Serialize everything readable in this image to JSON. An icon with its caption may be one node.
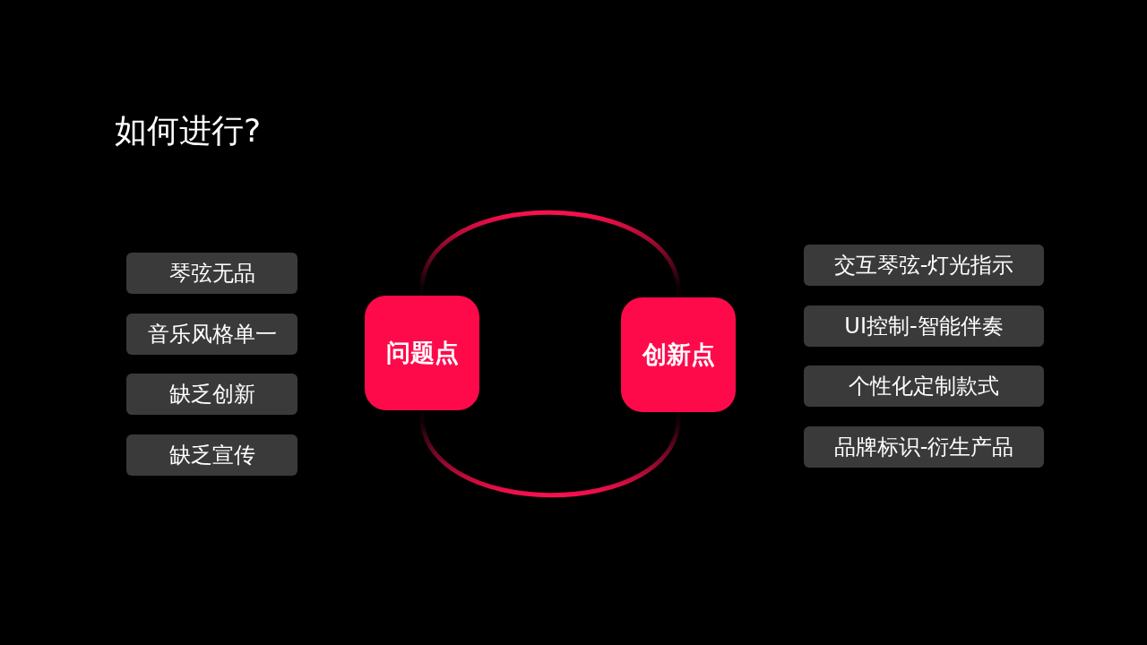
{
  "diagram": {
    "title": "如何进行?",
    "nodes": [
      {
        "text": [
          "琴弦无品"
        ]
      },
      {
        "text": [
          "音乐风格单一"
        ]
      },
      {
        "text": [
          "缺乏创新"
        ]
      },
      {
        "text": [
          "缺乏宣传"
        ]
      },
      {
        "text": [
          "问题点"
        ]
      },
      {
        "text": [
          "创新点"
        ]
      },
      {
        "text": [
          "交互琴弦-灯光指示"
        ]
      },
      {
        "text": [
          "UI控制-智能伴奏"
        ]
      },
      {
        "text": [
          "个性化定制款式"
        ]
      },
      {
        "text": [
          "品牌标识-衍生产品"
        ]
      }
    ],
    "edges": [
      {
        "from": 4,
        "to": 5,
        "arrow": "none"
      },
      {
        "from": 4,
        "to": 5,
        "arrow": "none"
      }
    ]
  }
}
